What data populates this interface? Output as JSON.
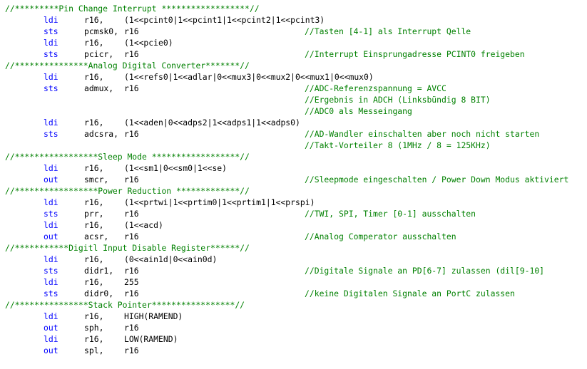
{
  "theme": {
    "background": "#ffffff",
    "comment_color": "#008000",
    "keyword_color": "#0000ff",
    "text_color": "#000000"
  },
  "lines": [
    {
      "kind": "header",
      "text": "//*********Pin Change Interrupt ******************//"
    },
    {
      "kind": "instr",
      "mnemonic": "ldi",
      "operand1": "r16,",
      "operand2": "(1<<pcint0|1<<pcint1|1<<pcint2|1<<pcint3)",
      "comment": ""
    },
    {
      "kind": "instr",
      "mnemonic": "sts",
      "operand1": "pcmsk0,",
      "operand2": "r16",
      "comment": "//Tasten [4-1] als Interrupt Qelle"
    },
    {
      "kind": "instr",
      "mnemonic": "ldi",
      "operand1": "r16,",
      "operand2": "(1<<pcie0)",
      "comment": ""
    },
    {
      "kind": "instr",
      "mnemonic": "sts",
      "operand1": "pcicr,",
      "operand2": "r16",
      "comment": "//Interrupt Einsprungadresse PCINT0 freigeben"
    },
    {
      "kind": "header",
      "text": "//***************Analog Digital Converter*******//"
    },
    {
      "kind": "instr",
      "mnemonic": "ldi",
      "operand1": "r16,",
      "operand2": "(1<<refs0|1<<adlar|0<<mux3|0<<mux2|0<<mux1|0<<mux0)",
      "comment": ""
    },
    {
      "kind": "instr",
      "mnemonic": "sts",
      "operand1": "admux,",
      "operand2": "r16",
      "comment": "//ADC-Referenzspannung = AVCC"
    },
    {
      "kind": "comment_only",
      "comment": "//Ergebnis in ADCH (Linksbündig 8 BIT)"
    },
    {
      "kind": "comment_only",
      "comment": "//ADC0 als Messeingang"
    },
    {
      "kind": "instr",
      "mnemonic": "ldi",
      "operand1": "r16,",
      "operand2": "(1<<aden|0<<adps2|1<<adps1|1<<adps0)",
      "comment": ""
    },
    {
      "kind": "instr",
      "mnemonic": "sts",
      "operand1": "adcsra,",
      "operand2": "r16",
      "comment": "//AD-Wandler einschalten aber noch nicht starten"
    },
    {
      "kind": "comment_only",
      "comment": "//Takt-Vorteiler 8 (1MHz / 8 = 125KHz)"
    },
    {
      "kind": "header",
      "text": "//*****************Sleep Mode ******************//"
    },
    {
      "kind": "instr",
      "mnemonic": "ldi",
      "operand1": "r16,",
      "operand2": "(1<<sm1|0<<sm0|1<<se)",
      "comment": ""
    },
    {
      "kind": "instr",
      "mnemonic": "out",
      "operand1": "smcr,",
      "operand2": "r16",
      "comment": "//Sleepmode eingeschalten / Power Down Modus aktiviert"
    },
    {
      "kind": "header",
      "text": "//*****************Power Reduction *************//"
    },
    {
      "kind": "instr",
      "mnemonic": "ldi",
      "operand1": "r16,",
      "operand2": "(1<<prtwi|1<<prtim0|1<<prtim1|1<<prspi)",
      "comment": ""
    },
    {
      "kind": "instr",
      "mnemonic": "sts",
      "operand1": "prr,",
      "operand2": "r16",
      "comment": "//TWI, SPI, Timer [0-1] ausschalten"
    },
    {
      "kind": "instr",
      "mnemonic": "ldi",
      "operand1": "r16,",
      "operand2": "(1<<acd)",
      "comment": ""
    },
    {
      "kind": "instr",
      "mnemonic": "out",
      "operand1": "acsr,",
      "operand2": "r16",
      "comment": "//Analog Comperator ausschalten"
    },
    {
      "kind": "header",
      "text": "//***********Digitl Input Disable Register******//"
    },
    {
      "kind": "instr",
      "mnemonic": "ldi",
      "operand1": "r16,",
      "operand2": "(0<<ain1d|0<<ain0d)",
      "comment": ""
    },
    {
      "kind": "instr",
      "mnemonic": "sts",
      "operand1": "didr1,",
      "operand2": "r16",
      "comment": "//Digitale Signale an PD[6-7] zulassen (dil[9-10]"
    },
    {
      "kind": "instr",
      "mnemonic": "ldi",
      "operand1": "r16,",
      "operand2": "255",
      "comment": ""
    },
    {
      "kind": "instr",
      "mnemonic": "sts",
      "operand1": "didr0,",
      "operand2": "r16",
      "comment": "//keine Digitalen Signale an PortC zulassen"
    },
    {
      "kind": "header",
      "text": "//***************Stack Pointer*****************//"
    },
    {
      "kind": "instr",
      "mnemonic": "ldi",
      "operand1": "r16,",
      "operand2": "HIGH(RAMEND)",
      "comment": ""
    },
    {
      "kind": "instr",
      "mnemonic": "out",
      "operand1": "sph,",
      "operand2": "r16",
      "comment": ""
    },
    {
      "kind": "instr",
      "mnemonic": "ldi",
      "operand1": "r16,",
      "operand2": "LOW(RAMEND)",
      "comment": ""
    },
    {
      "kind": "instr",
      "mnemonic": "out",
      "operand1": "spl,",
      "operand2": "r16",
      "comment": ""
    }
  ]
}
